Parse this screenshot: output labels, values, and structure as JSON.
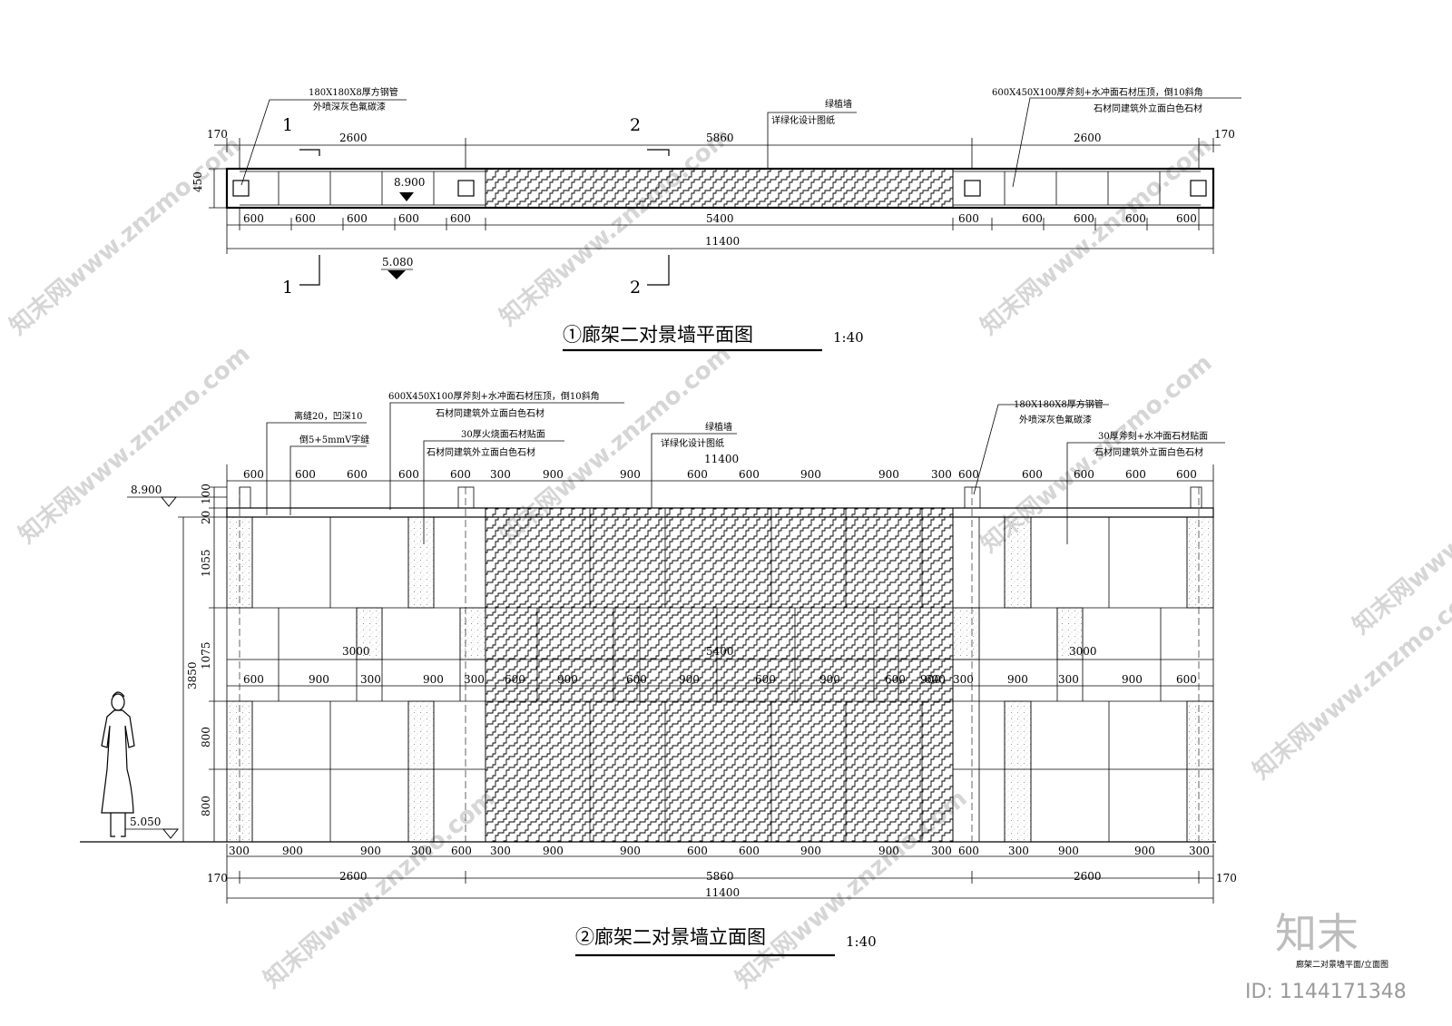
{
  "plan": {
    "title": "①廊架二对景墙平面图",
    "scale": "1:40",
    "elevation_top": "8.900",
    "elevation_ground": "5.080",
    "section_marks": [
      "1",
      "1",
      "2",
      "2"
    ],
    "callout_left": [
      "180X180X8厚方钢管",
      "外喷深灰色氟碳漆"
    ],
    "callout_mid": [
      "绿植墙",
      "详绿化设计图纸"
    ],
    "callout_right": [
      "600X450X100厚斧刻+水冲面石材压顶，倒10斜角",
      "石材同建筑外立面白色石材"
    ],
    "dims_top": [
      "170",
      "2600",
      "5860",
      "2600",
      "170"
    ],
    "dim_height": "450",
    "dims_segments": [
      "600",
      "600",
      "600",
      "600",
      "600",
      "5400",
      "600",
      "600",
      "600",
      "600",
      "600"
    ],
    "dim_total": "11400"
  },
  "elevation": {
    "title": "②廊架二对景墙立面图",
    "scale": "1:40",
    "level_top": "8.900",
    "level_ground": "5.050",
    "callout_joint": [
      "离缝20，凹深10",
      "倒5+5mmV字缝"
    ],
    "callout_cap": [
      "600X450X100厚斧刻+水冲面石材压顶，倒10斜角",
      "石材同建筑外立面白色石材"
    ],
    "callout_cladding": [
      "30厚火烧面石材贴面",
      "石材同建筑外立面白色石材"
    ],
    "callout_green": [
      "绿植墙",
      "详绿化设计图纸"
    ],
    "callout_pipe": [
      "180X180X8厚方钢管",
      "外喷深灰色氟碳漆"
    ],
    "callout_axe": [
      "30厚斧刻+水冲面石材贴面",
      "石材同建筑外立面白色石材"
    ],
    "dim_top_total": "11400",
    "dims_top": [
      "600",
      "600",
      "600",
      "600",
      "600",
      "300",
      "900",
      "900",
      "600",
      "600",
      "900",
      "900",
      "300",
      "600",
      "600",
      "600",
      "600",
      "600"
    ],
    "dims_vertical": [
      "100",
      "20",
      "1055",
      "1075",
      "800",
      "800"
    ],
    "dim_vertical_total": "3850",
    "dims_band": [
      "600",
      "900",
      "300",
      "900",
      "300",
      "600",
      "900",
      "600",
      "900",
      "600",
      "900",
      "600",
      "900",
      "600",
      "300",
      "900",
      "300",
      "900",
      "600"
    ],
    "band_widths": [
      "3000",
      "5400",
      "3000"
    ],
    "dims_bottom": [
      "300",
      "900",
      "900",
      "300",
      "600",
      "300",
      "900",
      "900",
      "600",
      "600",
      "900",
      "900",
      "300",
      "600",
      "300",
      "900",
      "900",
      "300"
    ],
    "dims_overall": [
      "170",
      "2600",
      "5860",
      "2600",
      "170"
    ],
    "dim_total": "11400"
  },
  "stamp": {
    "brand": "知末",
    "sheet_note": "廊架二对景墙平面/立面图",
    "id_text": "ID: 1144171348"
  },
  "watermark": "知末网www.znzmo.com"
}
